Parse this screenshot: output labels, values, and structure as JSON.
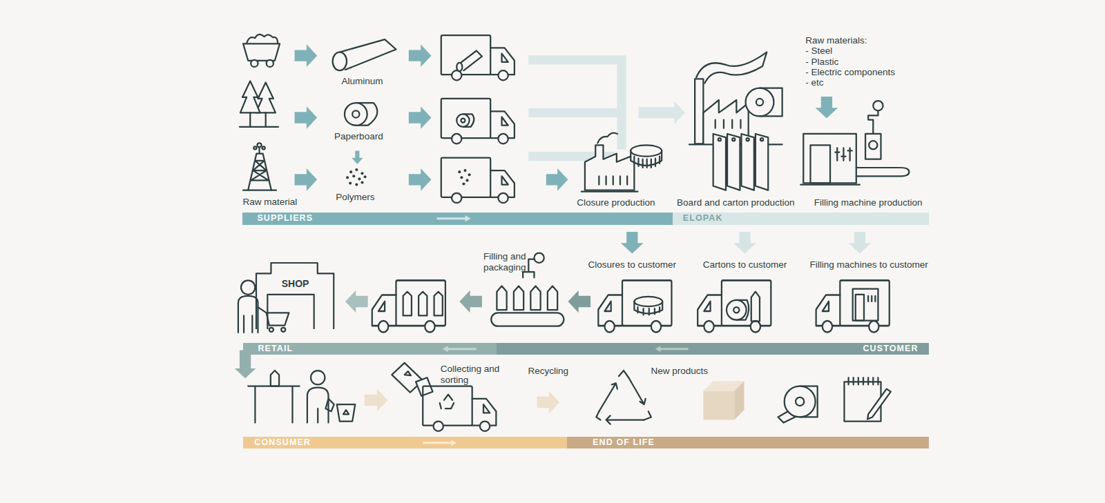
{
  "diagram": {
    "nodes": [
      {
        "text": [
          "SUPPLIERS"
        ]
      },
      {
        "text": [
          "ELOPAK"
        ]
      },
      {
        "text": [
          "SHOP"
        ]
      },
      {
        "text": [
          "RETAIL"
        ]
      },
      {
        "text": [
          "CUSTOMER"
        ]
      },
      {
        "text": [
          "CONSUMER"
        ]
      },
      {
        "text": [
          "END OF LIFE"
        ]
      }
    ],
    "labels": [
      "Aluminum",
      "Paperboard",
      "Polymers",
      "Raw material",
      "Closure production",
      "Board and carton production",
      "Raw materials:",
      "- Steel",
      "- Plastic",
      "- Electric components",
      "- etc",
      "Filling machine production",
      "Closures to customer",
      "Cartons to customer",
      "Filling machines to customer",
      "Filling and packaging",
      "Collecting and sorting",
      "Recycling",
      "New products"
    ]
  }
}
